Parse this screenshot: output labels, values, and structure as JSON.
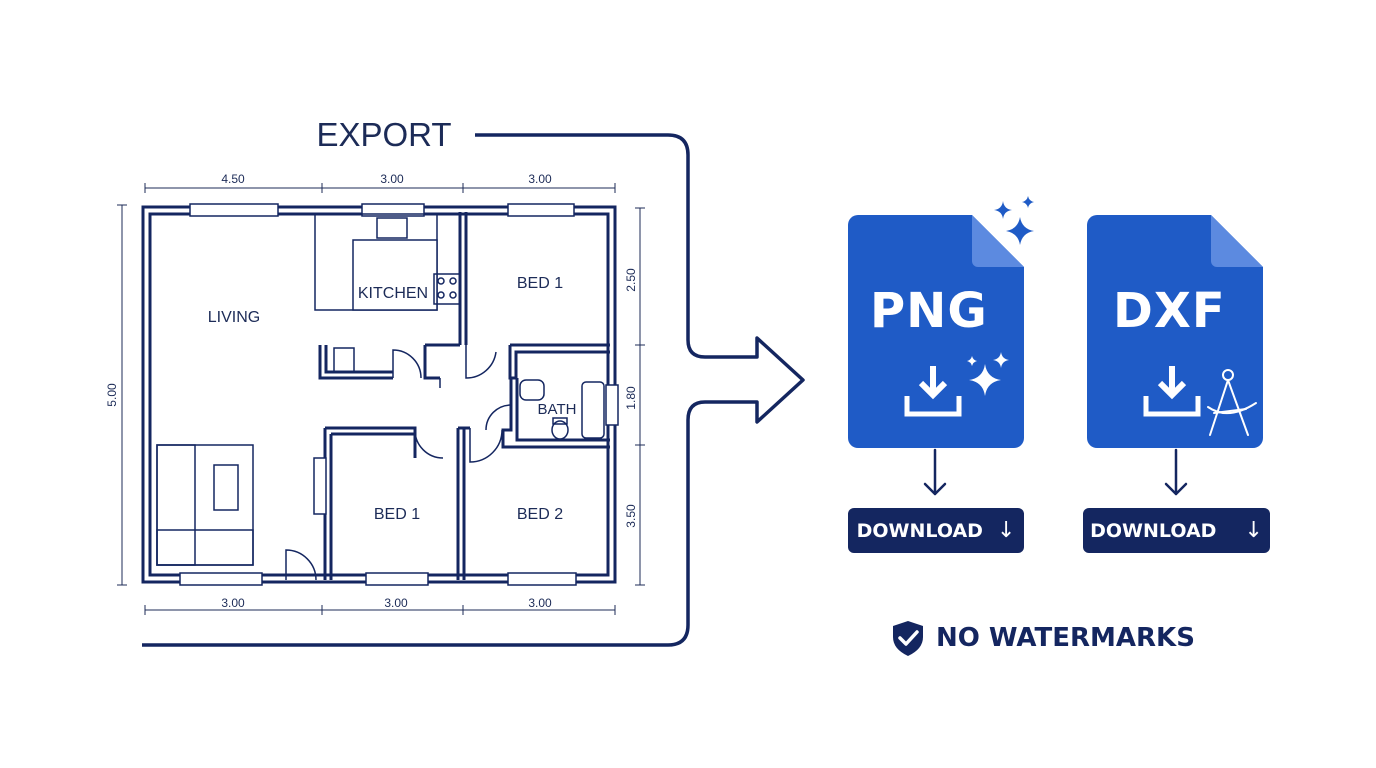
{
  "header": {
    "title": "EXPORT"
  },
  "floorplan": {
    "rooms": {
      "living": "LIVING",
      "kitchen": "KITCHEN",
      "bed1_top": "BED 1",
      "bath": "BATH",
      "bed1_bottom": "BED 1",
      "bed2": "BED 2"
    },
    "dimensions": {
      "top": [
        "4.50",
        "3.00",
        "3.00"
      ],
      "bottom": [
        "3.00",
        "3.00",
        "3.00"
      ],
      "left": "5.00",
      "right": [
        "2.50",
        "1.80",
        "3.50"
      ]
    }
  },
  "exports": [
    {
      "format": "PNG",
      "button_label": "DOWNLOAD",
      "button_icon": "↓",
      "badge_icon": "sparkles-icon"
    },
    {
      "format": "DXF",
      "button_label": "DOWNLOAD",
      "button_icon": "↓",
      "badge_icon": "compass-icon"
    }
  ],
  "footer": {
    "badge_text": "NO WATERMARKS",
    "badge_icon": "shield-check-icon"
  },
  "colors": {
    "navy": "#142660",
    "blue": "#1f5bc6",
    "line": "#1c2b57"
  }
}
